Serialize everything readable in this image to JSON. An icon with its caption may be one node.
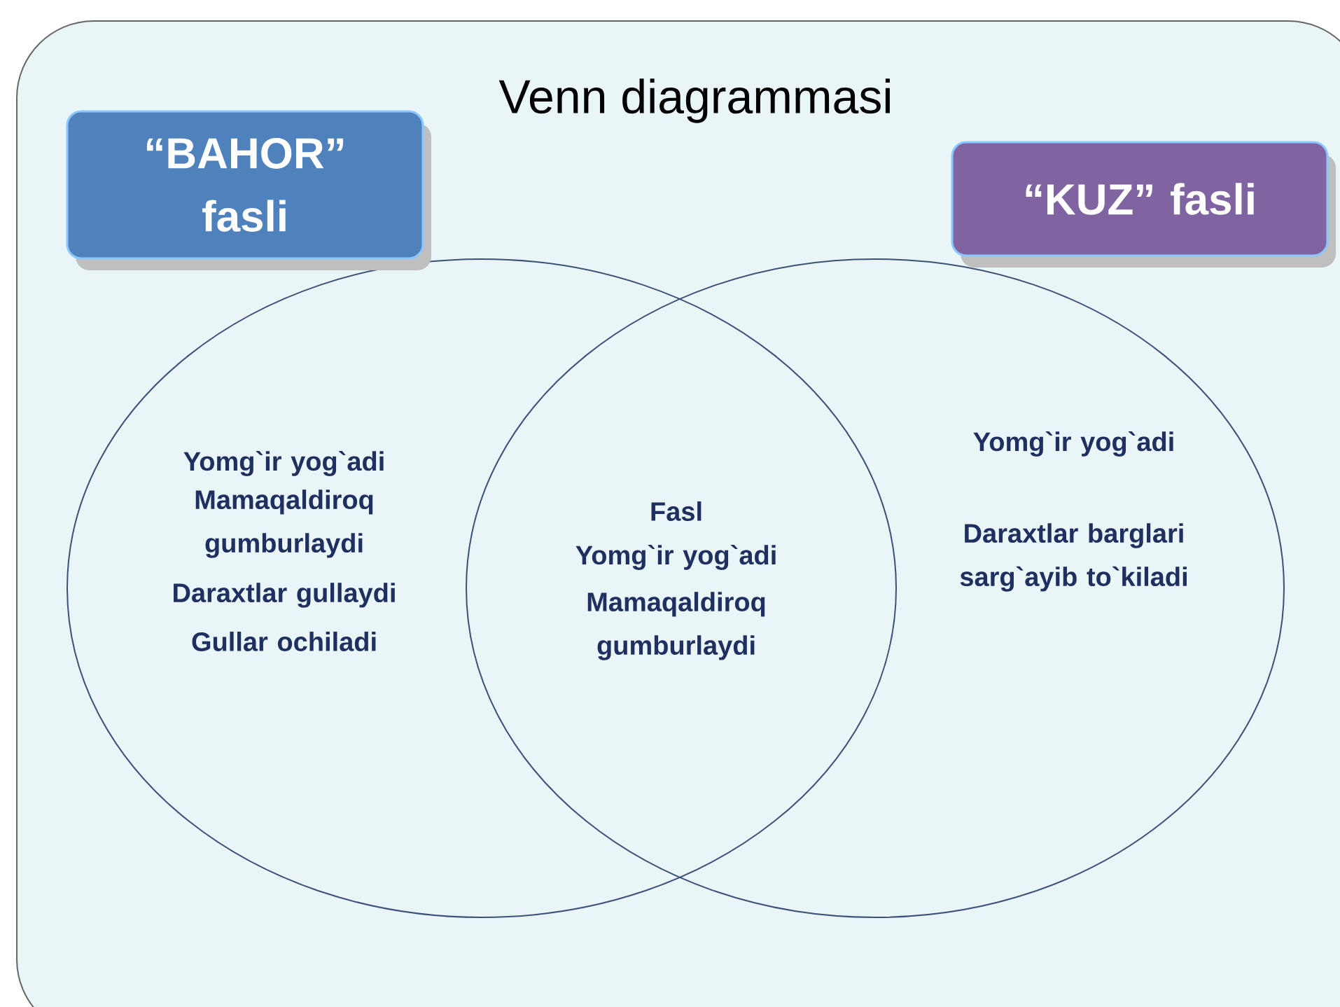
{
  "diagram": {
    "title": "Venn diagrammasi",
    "nodes": [
      {
        "text": [
          "“BAHOR” fasli"
        ]
      },
      {
        "text": [
          "“KUZ” fasli"
        ]
      },
      {
        "text": [
          "Yomg`ir yog`adi",
          "Mamaqaldiroq gumburlaydi",
          "Daraxtlar gullaydi",
          "Gullar ochiladi"
        ]
      },
      {
        "text": [
          "Yomg`ir yog`adi",
          "Daraxtlar barglari sarg`ayib to`kiladi"
        ]
      }
    ],
    "labels": [
      "Fasl",
      "Yomg`ir yog`adi",
      "Mamaqaldiroq gumburlaydi"
    ]
  }
}
